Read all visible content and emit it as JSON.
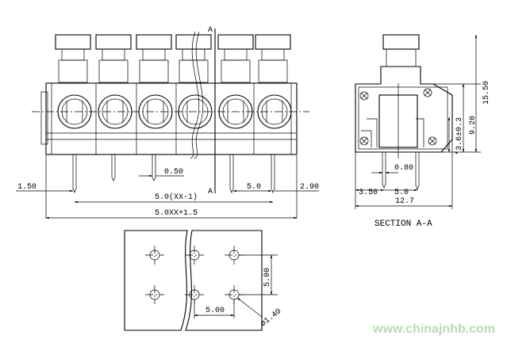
{
  "front_view": {
    "dims": {
      "pin_offset": "1.50",
      "pin_width": "0.50",
      "pitch": "5.0",
      "edge": "2.90",
      "pin_span": "5.0(XX-1)",
      "overall": "5.0XX+1.5"
    },
    "section_marker": "A"
  },
  "side_view": {
    "dims": {
      "height_total": "15.50",
      "height_mid": "9.20",
      "tolerance": "*3.6±0.3",
      "pin_gap": "0.80",
      "offset": "3.50",
      "pitch": "5.0",
      "width": "12.7"
    },
    "caption": "SECTION A-A"
  },
  "pcb_layout": {
    "dims": {
      "vertical_pitch": "5.00",
      "horizontal_pitch": "5.00",
      "hole_diameter": "ø1.40"
    }
  },
  "watermark": "www.chinajnhb.com"
}
